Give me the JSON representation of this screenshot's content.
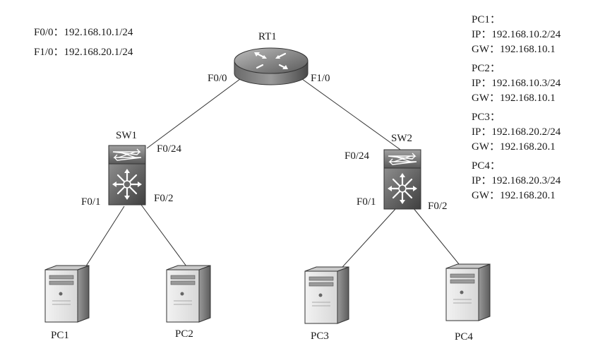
{
  "router": {
    "name": "RT1",
    "icon": "router-icon",
    "iface_left": "F0/0",
    "iface_right": "F1/0",
    "config_lines": [
      "F0/0：192.168.10.1/24",
      "F1/0：192.168.20.1/24"
    ]
  },
  "switches": [
    {
      "name": "SW1",
      "icon": "multilayer-switch-icon",
      "uplink": "F0/24",
      "port_left": "F0/1",
      "port_right": "F0/2"
    },
    {
      "name": "SW2",
      "icon": "multilayer-switch-icon",
      "uplink": "F0/24",
      "port_left": "F0/1",
      "port_right": "F0/2"
    }
  ],
  "pcs": [
    {
      "name": "PC1",
      "icon": "pc-tower-icon"
    },
    {
      "name": "PC2",
      "icon": "pc-tower-icon"
    },
    {
      "name": "PC3",
      "icon": "pc-tower-icon"
    },
    {
      "name": "PC4",
      "icon": "pc-tower-icon"
    }
  ],
  "host_configs": [
    {
      "title": "PC1：",
      "ip": "IP：192.168.10.2/24",
      "gw": "GW：192.168.10.1"
    },
    {
      "title": "PC2：",
      "ip": "IP：192.168.10.3/24",
      "gw": "GW：192.168.10.1"
    },
    {
      "title": "PC3：",
      "ip": "IP：192.168.20.2/24",
      "gw": "GW：192.168.20.1"
    },
    {
      "title": "PC4：",
      "ip": "IP：192.168.20.3/24",
      "gw": "GW：192.168.20.1"
    }
  ]
}
